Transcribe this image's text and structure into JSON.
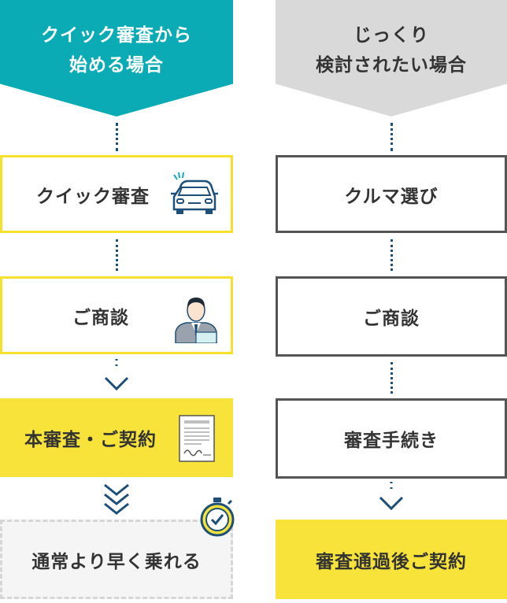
{
  "left": {
    "header": {
      "line1": "クイック審査から",
      "line2": "始める場合"
    },
    "steps": [
      {
        "label": "クイック審査",
        "icon": "car-icon"
      },
      {
        "label": "ご商談",
        "icon": "businessman-icon"
      },
      {
        "label": "本審査・ご契約",
        "icon": "contract-document-icon"
      },
      {
        "label": "通常より早く乗れる",
        "icon": "stopwatch-icon"
      }
    ]
  },
  "right": {
    "header": {
      "line1": "じっくり",
      "line2": "検討されたい場合"
    },
    "steps": [
      {
        "label": "クルマ選び"
      },
      {
        "label": "ご商談"
      },
      {
        "label": "審査手続き"
      },
      {
        "label": "審査通過後ご契約"
      }
    ]
  },
  "colors": {
    "teal": "#0aabb4",
    "gray_header": "#d9d9d9",
    "yellow": "#f7e33a",
    "navy": "#1e4f78",
    "dark_gray_border": "#555555"
  }
}
